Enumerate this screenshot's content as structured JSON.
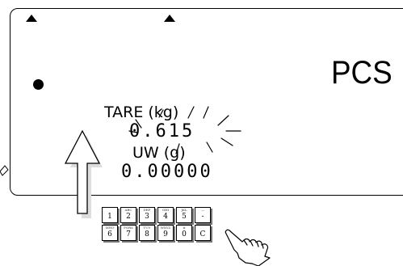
{
  "display": {
    "unit_label": "PCS",
    "tare_label": "TARE (kg)",
    "tare_value": "0.615",
    "uw_label": "UW (g)",
    "uw_value": "0.00000"
  },
  "keypad": {
    "row1": [
      {
        "main": "1",
        "sub": ""
      },
      {
        "main": "2",
        "sub": "ABC"
      },
      {
        "main": "3",
        "sub": "DEF"
      },
      {
        "main": "4",
        "sub": "GHI"
      },
      {
        "main": "5",
        "sub": "JKL"
      },
      {
        "main": "-",
        "sub": "—"
      }
    ],
    "row2": [
      {
        "main": "6",
        "sub": "MNO"
      },
      {
        "main": "7",
        "sub": "PQRS"
      },
      {
        "main": "8",
        "sub": "TUV"
      },
      {
        "main": "9",
        "sub": "WXYZ"
      },
      {
        "main": "0",
        "sub": "#"
      },
      {
        "main": "C",
        "sub": ""
      }
    ]
  },
  "icons": [
    "up-arrow-icon",
    "pointing-hand-icon",
    "triangle-indicator-icon",
    "stable-dot-icon"
  ]
}
